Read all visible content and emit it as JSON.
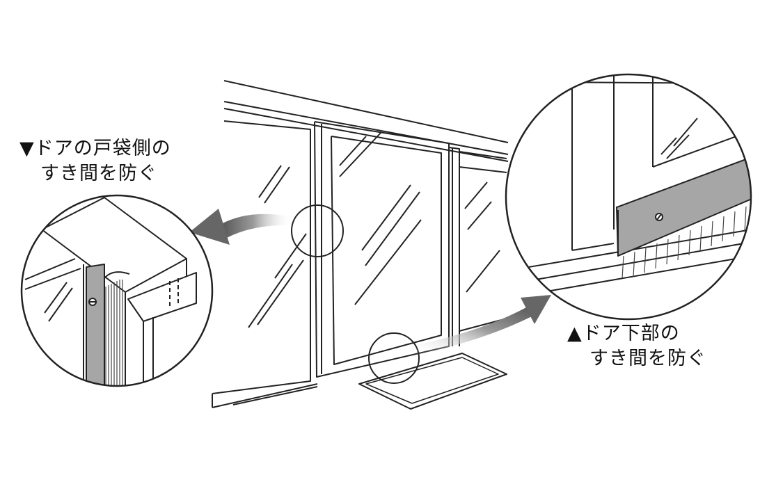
{
  "callouts": {
    "left": {
      "line1": "▼ドアの戸袋側の",
      "line2": "すき間を防ぐ"
    },
    "right": {
      "line1": "▲ドア下部の",
      "line2": "すき間を防ぐ"
    }
  },
  "colors": {
    "ink": "#222222",
    "strip_gray": "#a6a6a6",
    "arrow_gray": "#6a6a6a",
    "background": "#ffffff"
  }
}
